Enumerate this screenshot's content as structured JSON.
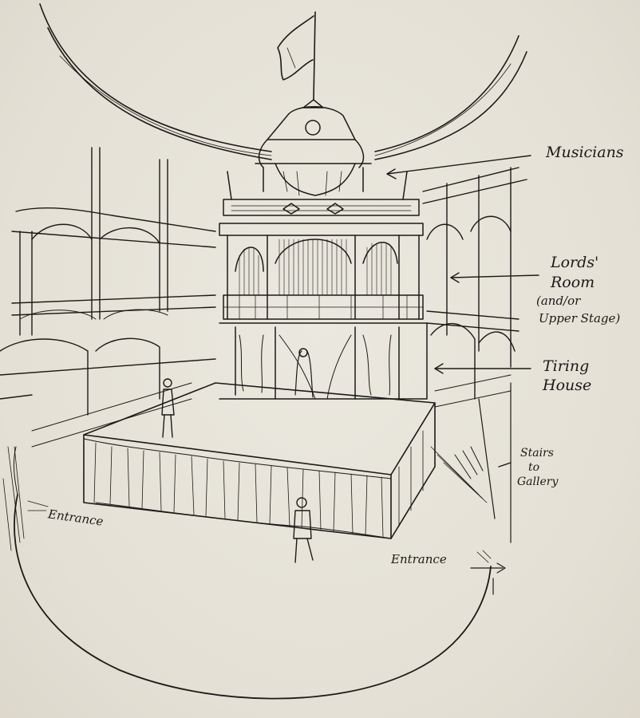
{
  "labels": {
    "musicians": "Musicians",
    "lords_room": "Lords'",
    "lords_room_2": "Room",
    "lords_room_note": "(and/or",
    "lords_room_note_2": "Upper Stage)",
    "tiring_house": "Tiring",
    "tiring_house_2": "House",
    "stairs": "Stairs",
    "stairs_2": "to",
    "stairs_3": "Gallery",
    "entrance_left": "Entrance",
    "entrance_right": "Entrance"
  },
  "colors": {
    "ink": "#1c1a17",
    "paper": "#e6e2d8"
  }
}
